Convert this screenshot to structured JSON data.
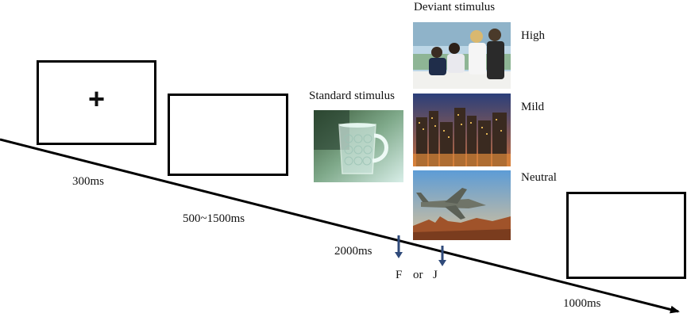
{
  "fixation": {
    "symbol": "+"
  },
  "durations": {
    "fixation": "300ms",
    "blank": "500~1500ms",
    "stimulus": "2000ms",
    "feedback": "1000ms"
  },
  "labels": {
    "standard": "Standard stimulus",
    "deviant": "Deviant stimulus",
    "high": "High",
    "mild": "Mild",
    "neutral": "Neutral"
  },
  "response": {
    "key1": "F",
    "or": "or",
    "key2": "J"
  },
  "colors": {
    "arrow_blue": "#2f4a7a",
    "timeline": "#000000"
  }
}
